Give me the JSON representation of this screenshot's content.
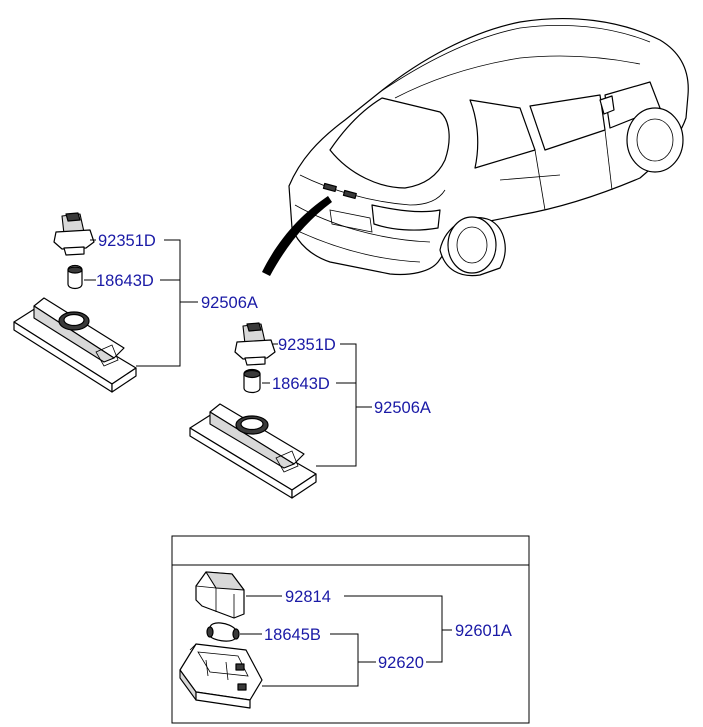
{
  "upper_group": {
    "socket_label": "92351D",
    "bulb_label": "18643D",
    "lamp_assembly_label": "92506A"
  },
  "middle_group": {
    "socket_label": "92351D",
    "bulb_label": "18643D",
    "lamp_assembly_label": "92506A"
  },
  "inset_group": {
    "lens_label": "92814",
    "bulb_label": "18645B",
    "housing_label": "92620",
    "lamp_assembly_label": "92601A"
  }
}
